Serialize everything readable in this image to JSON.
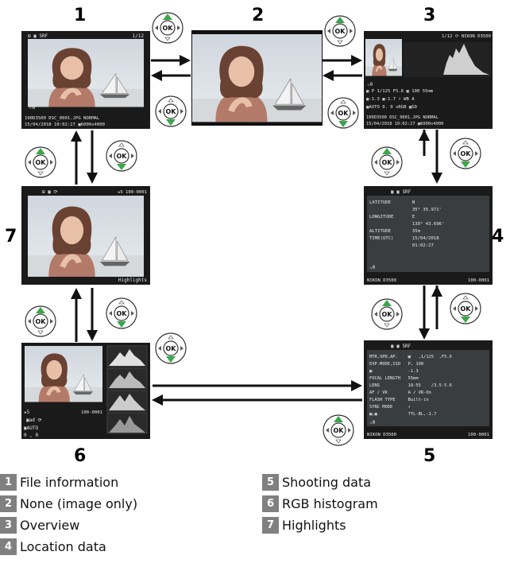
{
  "panels": [
    {
      "num": "1",
      "overlay": {
        "tl": "⊞ ▣ SRF",
        "tr": "1/12",
        "bl1": "100D3500  DSC_0001.JPG  NORMAL",
        "bl2": "15/04/2018 10:02:27  ▣6000x4000",
        "rating": "☆0"
      }
    },
    {
      "num": "2"
    },
    {
      "num": "3",
      "overlay": {
        "tr": "1/12 ⟳  NIKON D3500",
        "r1": "▣ P  1/125  F5.6  ▣ 100    55mm",
        "r2": "▣-1.3 ▣-1.7    ⚡     WB A",
        "r3": "▣AUTO    0.  0   sRGB  ▣SD",
        "bl1": "100D3500  DSC_0001.JPG  NORMAL",
        "bl2": "15/04/2018 10:02:27  ▣6000x4000",
        "rating": "☆0"
      }
    },
    {
      "num": "4",
      "overlay": {
        "tl": "▣ ▣ SRF",
        "rows": [
          "LATITUDE        N",
          "                35° 35.971'",
          "LONGITUDE       E",
          "                139° 43.696'",
          "ALTITUDE        35m",
          "TIME(UTC)       15/04/2018",
          "                01:02:27"
        ],
        "rating": "☆0",
        "bl": "NIKON D3500",
        "br": "100-0001"
      }
    },
    {
      "num": "5",
      "overlay": {
        "tl": "▣ ▣ SRF",
        "rows": [
          "MTR,SPD,AP.    ▣   ,1/125  ,F5.6",
          "EXP.MODE,ISO   P, 100",
          "▣              -1.3",
          "FOCAL LENGTH   55mm",
          "LENS           18-55    /3.5-5.6",
          "AF / VR        A / VR-On",
          "FLASH TYPE     Built-in",
          "SYNC MODE      ⚡",
          "▣,▣            TTL-BL,-1.7"
        ],
        "rating": "☆0",
        "bl": "NIKON D3500",
        "br": "100-0001"
      }
    },
    {
      "num": "6",
      "overlay": {
        "rating": "★5",
        "r1": "100-0001",
        "r2": "▣ad ⟳",
        "r3": "▣AUTO",
        "r4": "0  , 0"
      }
    },
    {
      "num": "7",
      "overlay": {
        "tl": "⊞ ▣ ⟳",
        "tr": "★5  100-0001",
        "br": "Highlights"
      }
    }
  ],
  "legend": [
    {
      "num": "1",
      "label": "File information"
    },
    {
      "num": "2",
      "label": "None (image only)"
    },
    {
      "num": "3",
      "label": "Overview"
    },
    {
      "num": "4",
      "label": "Location data"
    },
    {
      "num": "5",
      "label": "Shooting data"
    },
    {
      "num": "6",
      "label": "RGB histogram"
    },
    {
      "num": "7",
      "label": "Highlights"
    }
  ],
  "ok_label": "OK",
  "colors": {
    "arrow_active": "#3aa64b",
    "screen_bg": "#1a1a1a",
    "legend_badge": "#808080"
  }
}
